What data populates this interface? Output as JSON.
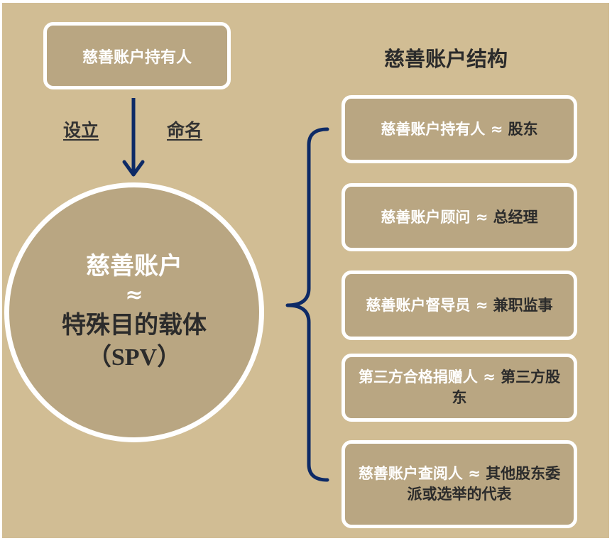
{
  "colors": {
    "background": "#d1bd94",
    "box_fill": "#b9a682",
    "box_border": "#ffffff",
    "connector": "#0d2a66",
    "dark_text": "#2b2b2b",
    "light_text": "#ffffff"
  },
  "holder": {
    "label": "慈善账户持有人"
  },
  "relations": {
    "left": "设立",
    "right": "命名"
  },
  "circle": {
    "line1": "慈善账户",
    "approx": "≈",
    "line2": "特殊目的载体",
    "line3": "（SPV）"
  },
  "structure": {
    "title": "慈善账户结构",
    "items": [
      {
        "role": "慈善账户持有人",
        "approx": " ≈ ",
        "equivalent": "股东"
      },
      {
        "role": "慈善账户顾问",
        "approx": " ≈ ",
        "equivalent": "总经理"
      },
      {
        "role": "慈善账户督导员",
        "approx": " ≈ ",
        "equivalent": "兼职监事"
      },
      {
        "role": "第三方合格捐赠人",
        "approx": " ≈ ",
        "equivalent": "第三方股东"
      },
      {
        "role": "慈善账户查阅人",
        "approx": " ≈ ",
        "equivalent": "其他股东委派或选举的代表"
      }
    ]
  }
}
